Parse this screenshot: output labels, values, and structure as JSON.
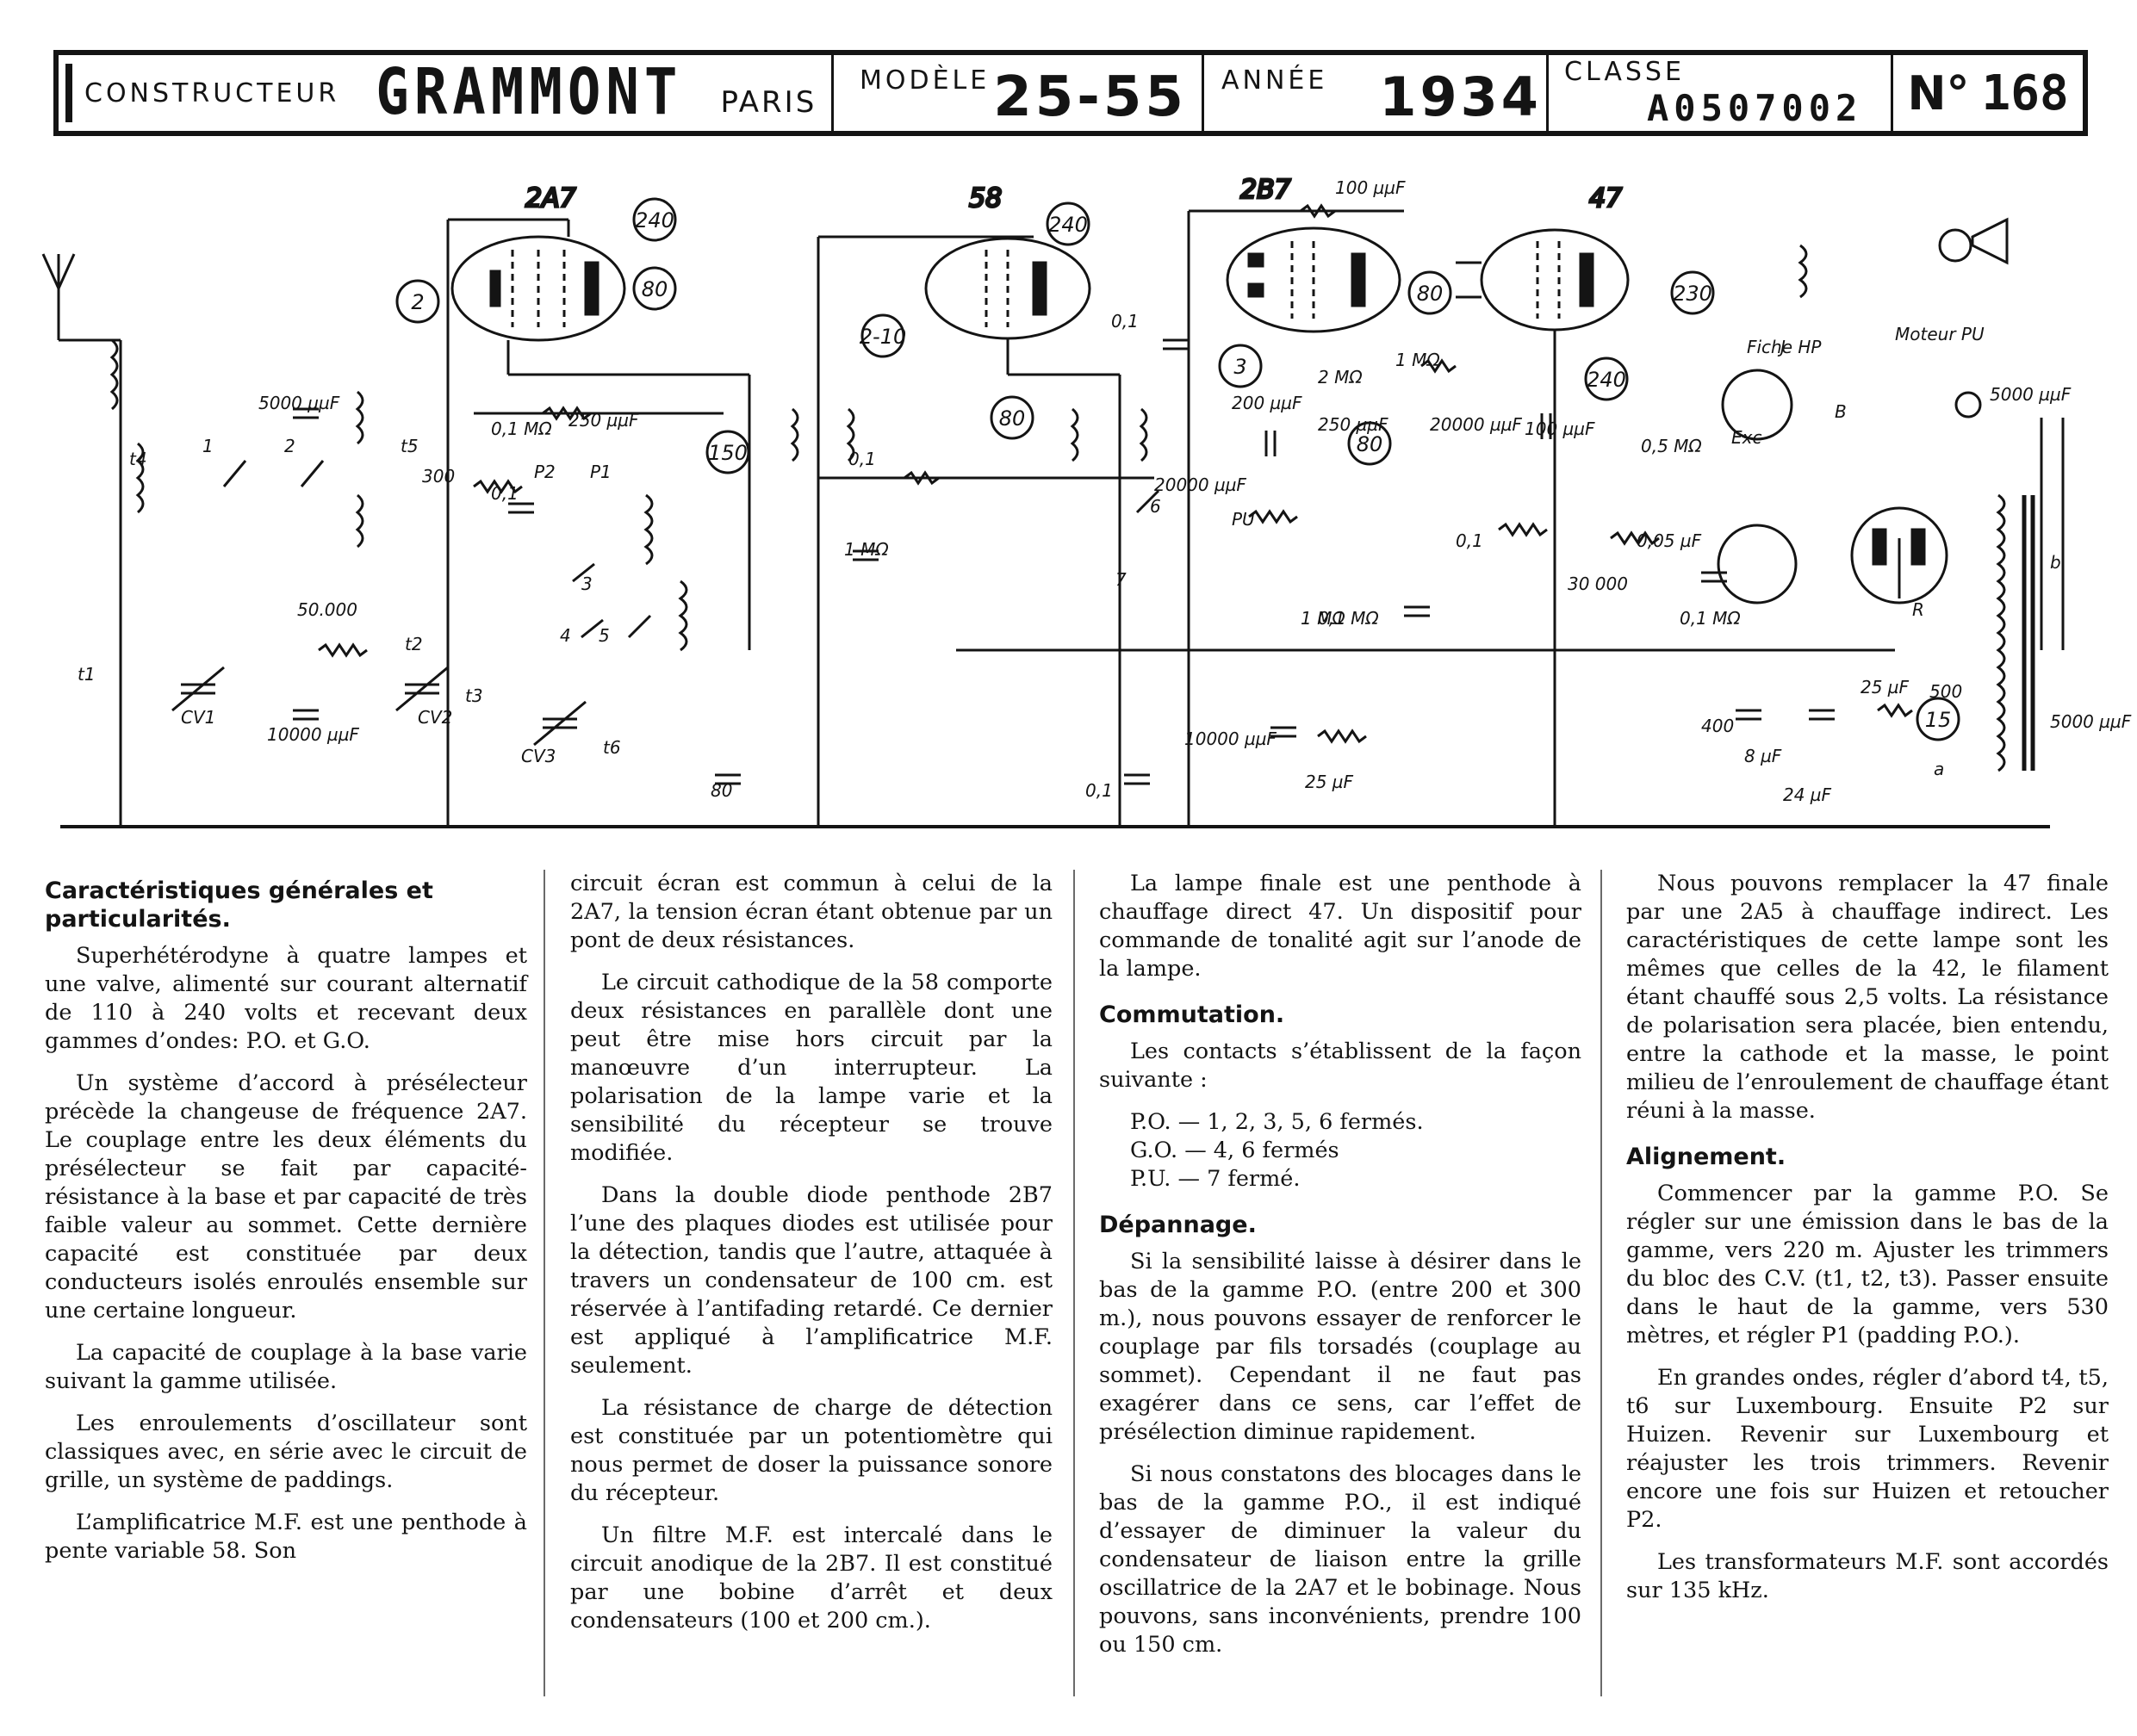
{
  "header": {
    "constructeur_label": "CONSTRUCTEUR",
    "brand": "GRAMMONT",
    "city": "PARIS",
    "modele_label": "MODÈLE",
    "modele": "25-55",
    "annee_label": "ANNÉE",
    "annee": "1934",
    "classe_label": "CLASSE",
    "classe": "A0507002",
    "numero_label": "N°",
    "numero": "168"
  },
  "schematic": {
    "tube_labels": [
      "2A7",
      "58",
      "2B7",
      "47"
    ],
    "callouts": [
      "2",
      "240",
      "80",
      "150",
      "2-10",
      "240",
      "80",
      "3",
      "80",
      "80",
      "230",
      "240",
      "15"
    ],
    "labels": [
      "5000 µµF",
      "t4",
      "t5",
      "1",
      "2",
      "300",
      "0,1 MΩ",
      "250 µµF",
      "P2",
      "P1",
      "0,1",
      "3",
      "4",
      "5",
      "50.000",
      "t1",
      "CV1",
      "10000 µµF",
      "t2",
      "CV2",
      "t3",
      "CV3",
      "t6",
      "0,1",
      "1 MΩ",
      "0,1",
      "100 µµF",
      "2 MΩ",
      "1 MΩ",
      "200 µµF",
      "250 µµF",
      "20000 µµF",
      "100 µµF",
      "20000 µµF",
      "6",
      "7",
      "PU",
      "1 MΩ",
      "0,1 MΩ",
      "0,1",
      "30 000",
      "0,5 MΩ",
      "0,05 µF",
      "0,1 MΩ",
      "10000 µµF",
      "25 µF",
      "400",
      "8 µF",
      "24 µF",
      "25 µF",
      "500",
      "a",
      "b",
      "5000 µµF",
      "5000 µµF",
      "Moteur PU",
      "Exc",
      "Fiche HP",
      "J",
      "B",
      "R",
      "80",
      "0,1",
      "0,1"
    ]
  },
  "columns": [
    {
      "blocks": [
        {
          "type": "h",
          "text": "Caractéristiques générales et particularités."
        },
        {
          "type": "p",
          "text": "Superhétérodyne à quatre lampes et une valve, alimenté sur courant alternatif de 110 à 240 volts et recevant deux gammes d’ondes: P.O. et G.O."
        },
        {
          "type": "p",
          "text": "Un système d’accord à présélecteur précède la changeuse de fréquence 2A7. Le couplage entre les deux éléments du présélecteur se fait par capacité-résistance à la base et par capacité de très faible valeur au sommet. Cette dernière capacité est constituée par deux conducteurs isolés enroulés ensemble sur une certaine longueur."
        },
        {
          "type": "p",
          "text": "La capacité de couplage à la base varie suivant la gamme utilisée."
        },
        {
          "type": "p",
          "text": "Les enroulements d’oscillateur sont classiques avec, en série avec le circuit de grille, un système de paddings."
        },
        {
          "type": "p",
          "text": "L’amplificatrice M.F. est une penthode à pente variable 58. Son"
        }
      ]
    },
    {
      "blocks": [
        {
          "type": "pn",
          "text": "circuit écran est commun à celui de la 2A7, la tension écran étant obtenue par un pont de deux résistances."
        },
        {
          "type": "p",
          "text": "Le circuit cathodique de la 58 comporte deux résistances en parallèle dont une peut être mise hors circuit par la manœuvre d’un interrupteur. La polarisation de la lampe varie et la sensibilité du récepteur se trouve modifiée."
        },
        {
          "type": "p",
          "text": "Dans la double diode penthode 2B7 l’une des plaques diodes est utilisée pour la détection, tandis que l’autre, attaquée à travers un condensateur de 100 cm. est réservée à l’antifading retardé. Ce dernier est appliqué à l’amplificatrice M.F. seulement."
        },
        {
          "type": "p",
          "text": "La résistance de charge de détection est constituée par un potentiomètre qui nous permet de doser la puissance sonore du récepteur."
        },
        {
          "type": "p",
          "text": "Un filtre M.F. est intercalé dans le circuit anodique de la 2B7. Il est constitué par une bobine d’arrêt et deux condensateurs (100 et 200 cm.)."
        }
      ]
    },
    {
      "blocks": [
        {
          "type": "p",
          "text": "La lampe finale est une penthode à chauffage direct 47. Un dispositif pour commande de tonalité agit sur l’anode de la lampe."
        },
        {
          "type": "h",
          "text": "Commutation."
        },
        {
          "type": "p",
          "text": "Les contacts s’établissent de la façon suivante :"
        },
        {
          "type": "list",
          "items": [
            "P.O. — 1, 2, 3, 5, 6 fermés.",
            "G.O. — 4, 6 fermés",
            "P.U. — 7 fermé."
          ]
        },
        {
          "type": "h",
          "text": "Dépannage."
        },
        {
          "type": "p",
          "text": "Si la sensibilité laisse à désirer dans le bas de la gamme P.O. (entre 200 et 300 m.), nous pouvons essayer de renforcer le couplage par fils torsadés (couplage au sommet). Cependant il ne faut pas exagérer dans ce sens, car l’effet de présélection diminue rapidement."
        },
        {
          "type": "p",
          "text": "Si nous constatons des blocages dans le bas de la gamme P.O., il est indiqué d’essayer de diminuer la valeur du condensateur de liaison entre la grille oscillatrice de la 2A7 et le bobinage. Nous pouvons, sans inconvénients, prendre 100 ou 150 cm."
        }
      ]
    },
    {
      "blocks": [
        {
          "type": "p",
          "text": "Nous pouvons remplacer la 47 finale par une 2A5 à chauffage indirect. Les caractéristiques de cette lampe sont les mêmes que celles de la 42, le filament étant chauffé sous 2,5 volts. La résistance de polarisation sera placée, bien entendu, entre la cathode et la masse, le point milieu de l’enroulement de chauffage étant réuni à la masse."
        },
        {
          "type": "h",
          "text": "Alignement."
        },
        {
          "type": "p",
          "text": "Commencer par la gamme P.O. Se régler sur une émission dans le bas de la gamme, vers 220 m. Ajuster les trimmers du bloc des C.V. (t1, t2, t3). Passer ensuite dans le haut de la gamme, vers 530 mètres, et régler P1 (padding P.O.)."
        },
        {
          "type": "p",
          "text": "En grandes ondes, régler d’abord t4, t5, t6 sur Luxembourg. Ensuite P2 sur Huizen. Revenir sur Luxembourg et réajuster les trois trimmers. Revenir encore une fois sur Huizen et retoucher P2."
        },
        {
          "type": "p",
          "text": "Les transformateurs M.F. sont accordés sur 135 kHz."
        }
      ]
    }
  ]
}
